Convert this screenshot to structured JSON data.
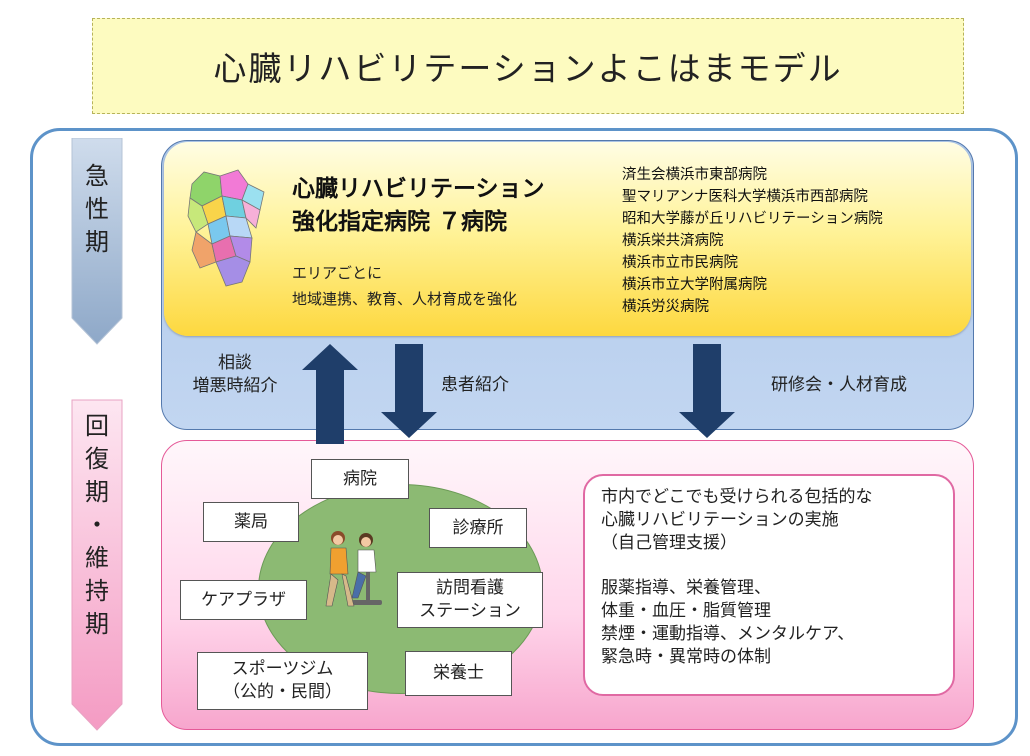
{
  "title": "心臓リハビリテーションよこはまモデル",
  "phases": {
    "acute": "急\n性\n期",
    "recovery": "回\n復\n期\n・\n維\n持\n期"
  },
  "hospital_panel": {
    "title": "心臓リハビリテーション\n強化指定病院 ７病院",
    "description": "エリアごとに\n地域連携、教育、人材育成を強化",
    "hospitals": [
      "済生会横浜市東部病院",
      "聖マリアンナ医科大学横浜市西部病院",
      "昭和大学藤が丘リハビリテーション病院",
      "横浜栄共済病院",
      "横浜市立市民病院",
      "横浜市立大学附属病院",
      "横浜労災病院"
    ]
  },
  "arrows": {
    "consult": "相談\n増悪時紹介",
    "referral": "患者紹介",
    "training": "研修会・人材育成"
  },
  "community": {
    "nodes": {
      "hospital": "病院",
      "pharmacy": "薬局",
      "clinic": "診療所",
      "care_plaza": "ケアプラザ",
      "visiting_nurse": "訪問看護\nステーション",
      "sports_gym": "スポーツジム\n（公的・民間）",
      "dietitian": "栄養士"
    },
    "info": {
      "intro": "市内でどこでも受けられる包括的な\n心臓リハビリテーションの実施\n（自己管理支援）",
      "details": "服薬指導、栄養管理、\n体重・血圧・脂質管理\n禁煙・運動指導、メンタルケア、\n緊急時・異常時の体制"
    }
  },
  "colors": {
    "frame": "#5d93c9",
    "acute_arrow": "#9db3cf",
    "recovery_arrow": "#f4a7c8",
    "vertical_arrows": "#1f3e6a",
    "hospital_panel": "#fde36a",
    "community_panel": "#f9b7d6",
    "circle": "#8cba73"
  },
  "icons": {
    "map": "yokohama-map-icon",
    "people": "exercise-people-icon"
  }
}
